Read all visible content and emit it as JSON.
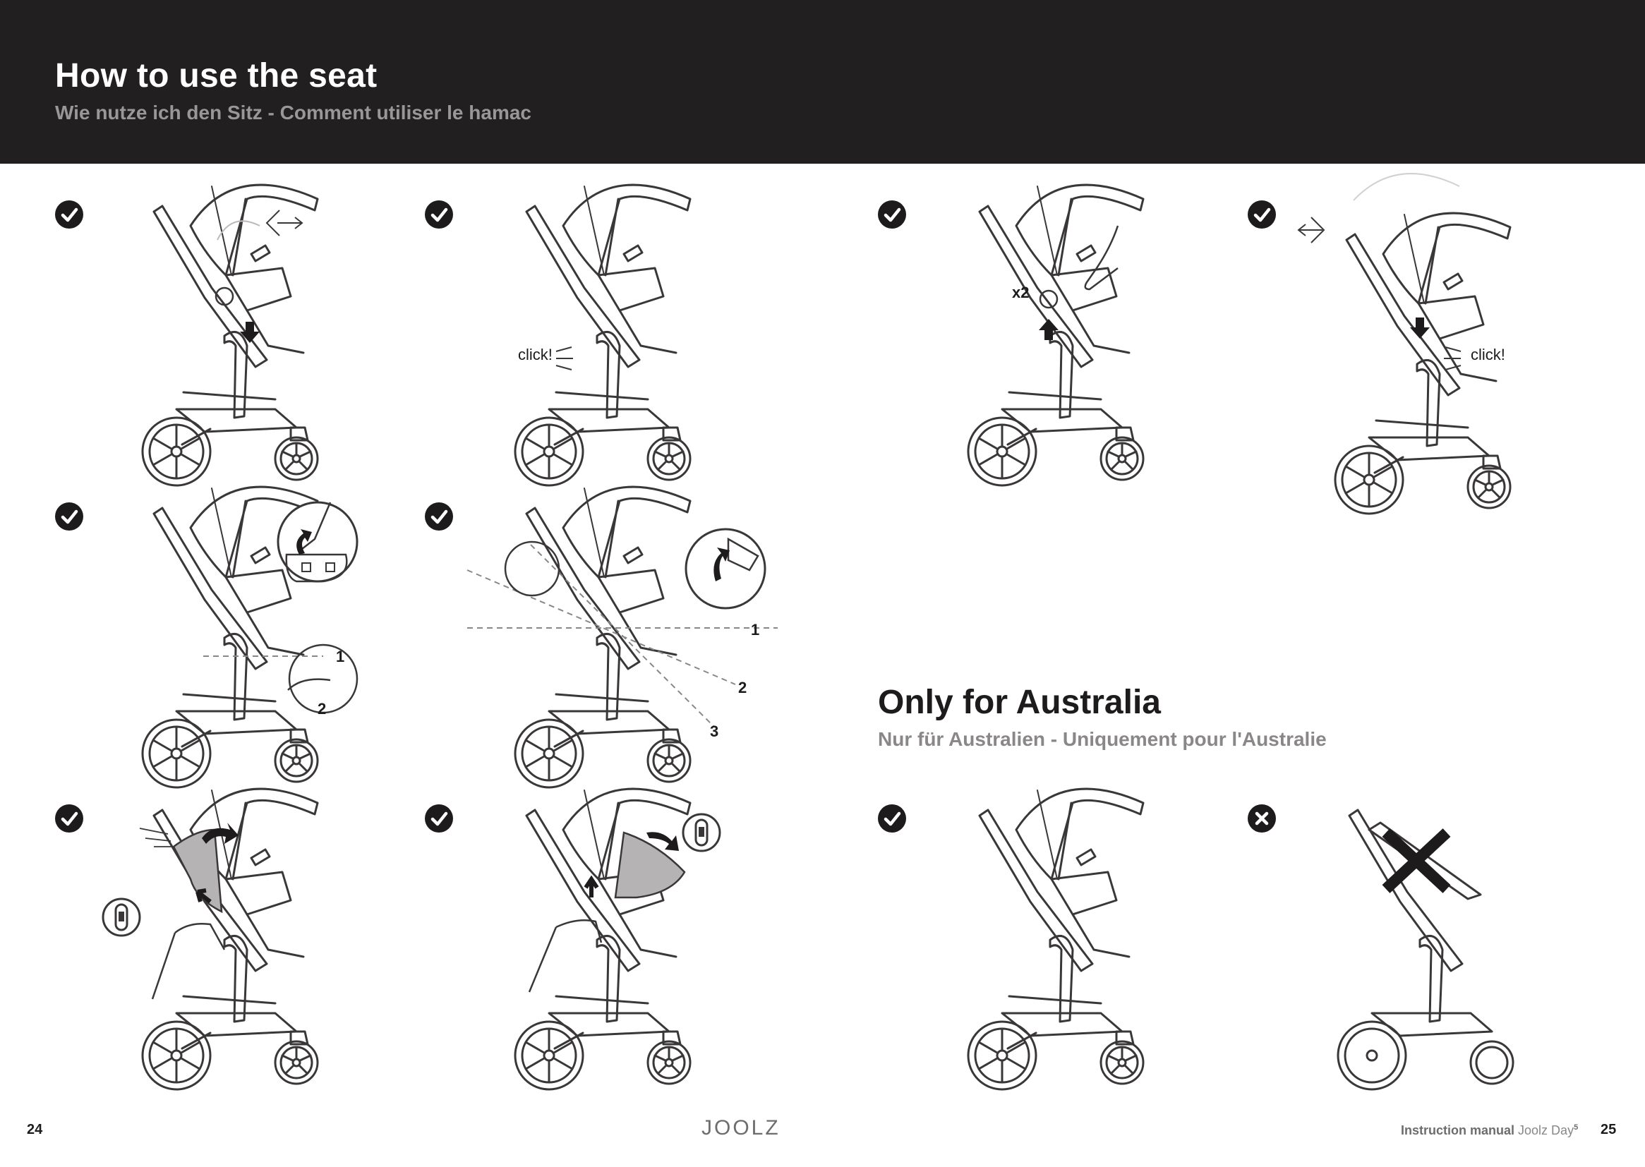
{
  "header": {
    "title": "How to use the seat",
    "subtitle": "Wie nutze ich den Sitz - Comment utiliser le hamac"
  },
  "australia": {
    "title": "Only for Australia",
    "subtitle": "Nur für Australien - Uniquement pour l'Australie"
  },
  "labels": {
    "click": "click!",
    "times_two": "x2",
    "num1": "1",
    "num2": "2",
    "num3": "3"
  },
  "steps": [
    {
      "status": "correct",
      "icon": "check-icon"
    },
    {
      "status": "correct",
      "icon": "check-icon"
    },
    {
      "status": "correct",
      "icon": "check-icon"
    },
    {
      "status": "correct",
      "icon": "check-icon"
    },
    {
      "status": "correct",
      "icon": "check-icon"
    },
    {
      "status": "correct",
      "icon": "check-icon"
    },
    {
      "status": "correct",
      "icon": "check-icon"
    },
    {
      "status": "correct",
      "icon": "check-icon"
    },
    {
      "status": "correct",
      "icon": "check-icon"
    },
    {
      "status": "incorrect",
      "icon": "cross-icon"
    }
  ],
  "footer": {
    "page_left": "24",
    "brand": "JOOLZ",
    "manual_label": "Instruction manual",
    "manual_model": "Joolz Day",
    "manual_model_sup": "5",
    "page_right": "25"
  },
  "colors": {
    "header_band": "#221f20",
    "ink": "#1d1b1c",
    "canopy_highlight": "#b5b3b4"
  }
}
